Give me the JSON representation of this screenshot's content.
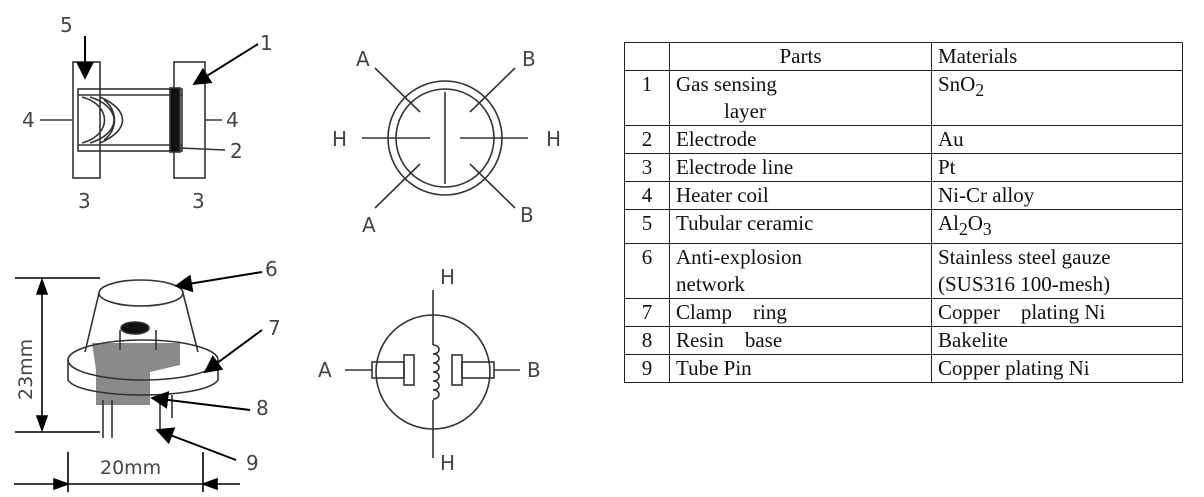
{
  "sensor_side": {
    "callouts": [
      "5",
      "1",
      "4",
      "4",
      "2",
      "3",
      "3"
    ]
  },
  "pinout_top": {
    "pins": [
      "A",
      "B",
      "H",
      "H",
      "A",
      "B"
    ]
  },
  "body_view": {
    "callouts": [
      "6",
      "7",
      "8",
      "9"
    ],
    "height_dim": "23mm",
    "width_dim": "20mm"
  },
  "schematic": {
    "labels": [
      "H",
      "A",
      "B",
      "H"
    ]
  },
  "table": {
    "headers": [
      "",
      "Parts",
      "Materials"
    ],
    "rows": [
      {
        "num": "1",
        "part_line1": "Gas sensing",
        "part_line2": "layer",
        "mat_line1": "SnO",
        "mat_sub": "2",
        "mat_line2": ""
      },
      {
        "num": "2",
        "part_line1": "Electrode",
        "part_line2": "",
        "mat_line1": "Au",
        "mat_sub": "",
        "mat_line2": ""
      },
      {
        "num": "3",
        "part_line1": "Electrode line",
        "part_line2": "",
        "mat_line1": "Pt",
        "mat_sub": "",
        "mat_line2": ""
      },
      {
        "num": "4",
        "part_line1": "Heater coil",
        "part_line2": "",
        "mat_line1": "Ni-Cr alloy",
        "mat_sub": "",
        "mat_line2": ""
      },
      {
        "num": "5",
        "part_line1": "Tubular ceramic",
        "part_line2": "",
        "mat_line1": "Al",
        "mat_sub": "2",
        "mat_line1b": "O",
        "mat_sub2": "3",
        "mat_line2": ""
      },
      {
        "num": "6",
        "part_line1": "Anti-explosion",
        "part_line2": "network",
        "mat_line1": "Stainless steel gauze",
        "mat_sub": "",
        "mat_line2": "(SUS316 100-mesh)"
      },
      {
        "num": "7",
        "part_line1": "Clamp    ring",
        "part_line2": "",
        "mat_line1": "Copper    plating Ni",
        "mat_sub": "",
        "mat_line2": ""
      },
      {
        "num": "8",
        "part_line1": "Resin    base",
        "part_line2": "",
        "mat_line1": "Bakelite",
        "mat_sub": "",
        "mat_line2": ""
      },
      {
        "num": "9",
        "part_line1": "Tube Pin",
        "part_line2": "",
        "mat_line1": "Copper plating Ni",
        "mat_sub": "",
        "mat_line2": ""
      }
    ]
  }
}
